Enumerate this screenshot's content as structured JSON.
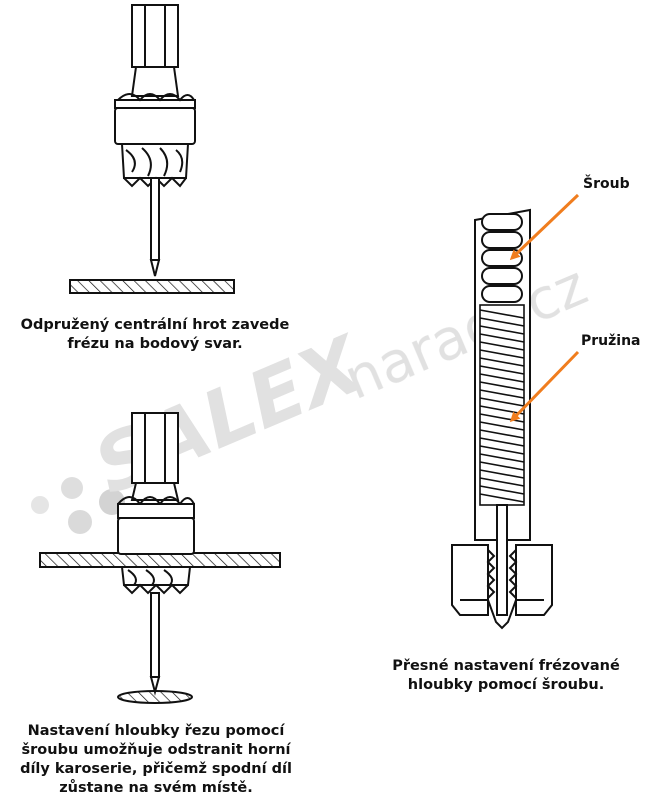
{
  "captions": {
    "top_left": [
      "Odpružený centrální hrot zavede",
      "frézu na bodový svar."
    ],
    "bottom_left": [
      "Nastavení hloubky řezu pomocí",
      "šroubu umožňuje odstranit horní",
      "díly karoserie, přičemž spodní díl",
      "zůstane na svém místě."
    ],
    "right": [
      "Přesné nastavení frézované",
      "hloubky pomocí šroubu."
    ]
  },
  "labels": {
    "screw": "Šroub",
    "spring": "Pružina"
  },
  "watermark": {
    "brand": "SALEX",
    "domain": "naradi.cz"
  },
  "colors": {
    "arrow": "#f07d1e",
    "line": "#111111",
    "watermark": "#c8c8c8"
  }
}
